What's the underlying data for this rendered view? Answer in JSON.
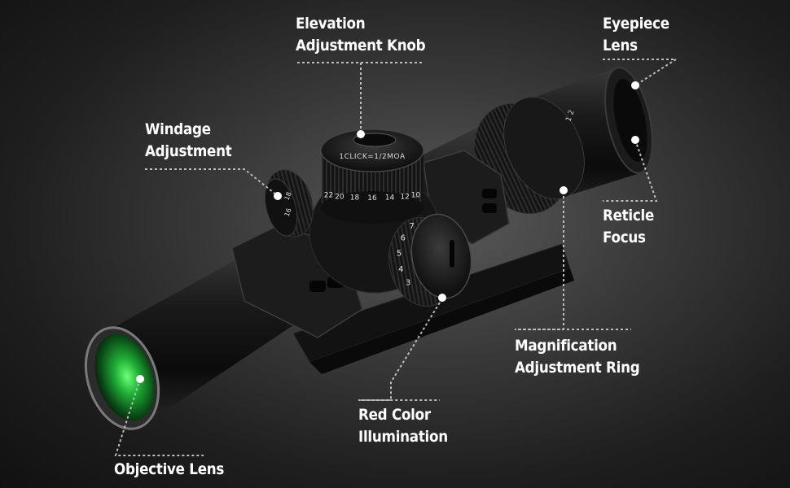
{
  "labels": {
    "elevation": {
      "line1": "Elevation",
      "line2": "Adjustment Knob"
    },
    "eyepiece": {
      "line1": "Eyepiece",
      "line2": "Lens"
    },
    "windage": {
      "line1": "Windage",
      "line2": "Adjustment"
    },
    "reticle": {
      "line1": "Reticle",
      "line2": "Focus"
    },
    "magnification": {
      "line1": "Magnification",
      "line2": "Adjustment Ring"
    },
    "illumination": {
      "line1": "Red Color",
      "line2": "Illumination"
    },
    "objective": {
      "line1": "Objective Lens"
    }
  },
  "turret_text": {
    "elevation_top": "1CLICK=1/2MOA",
    "elevation_scale": [
      "22",
      "20",
      "18",
      "16",
      "14",
      "12",
      "10"
    ],
    "windage_scale": [
      "16",
      "18"
    ],
    "illumination_scale": [
      "3",
      "4",
      "5",
      "6",
      "7"
    ],
    "eyepiece_marks": "1 2"
  },
  "colors": {
    "background": "#2a2a2a",
    "label_text": "#ffffff",
    "leader_line": "#bdbdbd",
    "marker_dot": "#ffffff",
    "lens_green": "#22c040",
    "scope_body": "#141414"
  }
}
